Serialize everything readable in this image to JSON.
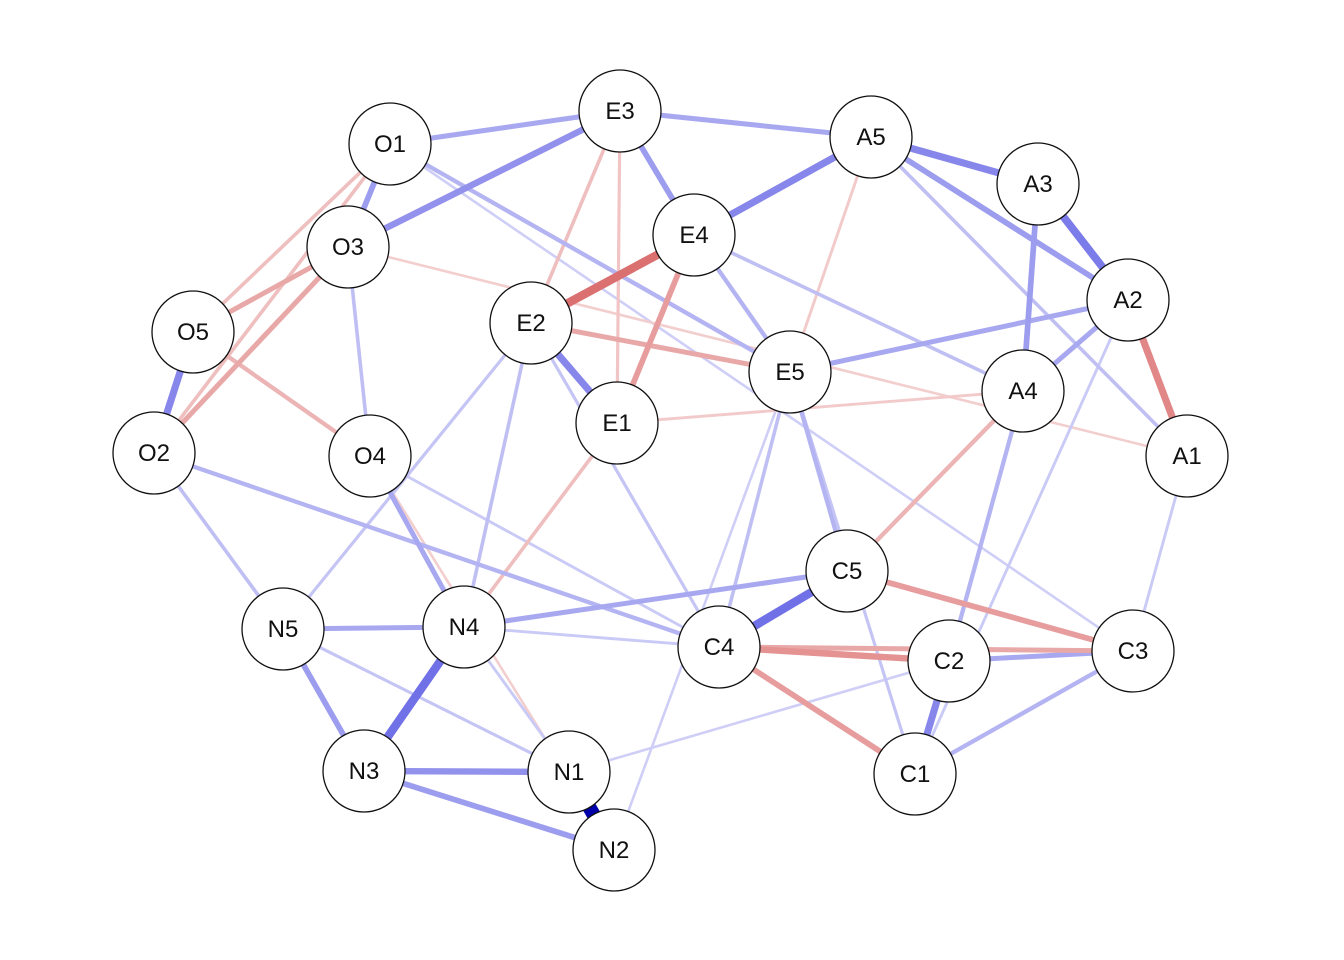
{
  "diagram": {
    "type": "network",
    "colors": {
      "positive": "#3333dd",
      "negative": "#cc3333",
      "node_fill": "#ffffff",
      "node_stroke": "#111111"
    },
    "nodes": [
      {
        "id": "O1",
        "label": "O1"
      },
      {
        "id": "O2",
        "label": "O2"
      },
      {
        "id": "O3",
        "label": "O3"
      },
      {
        "id": "O4",
        "label": "O4"
      },
      {
        "id": "O5",
        "label": "O5"
      },
      {
        "id": "E1",
        "label": "E1"
      },
      {
        "id": "E2",
        "label": "E2"
      },
      {
        "id": "E3",
        "label": "E3"
      },
      {
        "id": "E4",
        "label": "E4"
      },
      {
        "id": "E5",
        "label": "E5"
      },
      {
        "id": "A1",
        "label": "A1"
      },
      {
        "id": "A2",
        "label": "A2"
      },
      {
        "id": "A3",
        "label": "A3"
      },
      {
        "id": "A4",
        "label": "A4"
      },
      {
        "id": "A5",
        "label": "A5"
      },
      {
        "id": "C1",
        "label": "C1"
      },
      {
        "id": "C2",
        "label": "C2"
      },
      {
        "id": "C3",
        "label": "C3"
      },
      {
        "id": "C4",
        "label": "C4"
      },
      {
        "id": "C5",
        "label": "C5"
      },
      {
        "id": "N1",
        "label": "N1"
      },
      {
        "id": "N2",
        "label": "N2"
      },
      {
        "id": "N3",
        "label": "N3"
      },
      {
        "id": "N4",
        "label": "N4"
      },
      {
        "id": "N5",
        "label": "N5"
      }
    ],
    "edges": [
      {
        "source": "N1",
        "target": "N2",
        "weight": 0.9
      },
      {
        "source": "N3",
        "target": "N4",
        "weight": 0.5
      },
      {
        "source": "N1",
        "target": "N3",
        "weight": 0.35
      },
      {
        "source": "N2",
        "target": "N3",
        "weight": 0.3
      },
      {
        "source": "N3",
        "target": "N5",
        "weight": 0.3
      },
      {
        "source": "N4",
        "target": "N5",
        "weight": 0.25
      },
      {
        "source": "A1",
        "target": "A2",
        "weight": -0.4
      },
      {
        "source": "A2",
        "target": "A3",
        "weight": 0.45
      },
      {
        "source": "A3",
        "target": "A5",
        "weight": 0.4
      },
      {
        "source": "A3",
        "target": "A4",
        "weight": 0.3
      },
      {
        "source": "A2",
        "target": "A5",
        "weight": 0.3
      },
      {
        "source": "A2",
        "target": "A4",
        "weight": 0.25
      },
      {
        "source": "E2",
        "target": "E4",
        "weight": -0.5
      },
      {
        "source": "E1",
        "target": "E2",
        "weight": 0.4
      },
      {
        "source": "E3",
        "target": "E4",
        "weight": 0.3
      },
      {
        "source": "E1",
        "target": "E4",
        "weight": -0.3
      },
      {
        "source": "E2",
        "target": "E5",
        "weight": -0.25
      },
      {
        "source": "E4",
        "target": "E5",
        "weight": 0.2
      },
      {
        "source": "E4",
        "target": "A5",
        "weight": 0.4
      },
      {
        "source": "E3",
        "target": "A5",
        "weight": 0.25
      },
      {
        "source": "E3",
        "target": "O3",
        "weight": 0.35
      },
      {
        "source": "E3",
        "target": "O1",
        "weight": 0.25
      },
      {
        "source": "E5",
        "target": "A2",
        "weight": 0.25
      },
      {
        "source": "C4",
        "target": "C5",
        "weight": 0.5
      },
      {
        "source": "C1",
        "target": "C2",
        "weight": 0.4
      },
      {
        "source": "C2",
        "target": "C4",
        "weight": -0.35
      },
      {
        "source": "C1",
        "target": "C4",
        "weight": -0.3
      },
      {
        "source": "C3",
        "target": "C5",
        "weight": -0.3
      },
      {
        "source": "C2",
        "target": "C3",
        "weight": 0.25
      },
      {
        "source": "C1",
        "target": "C3",
        "weight": 0.2
      },
      {
        "source": "C4",
        "target": "C3",
        "weight": -0.25
      },
      {
        "source": "C5",
        "target": "N4",
        "weight": 0.25
      },
      {
        "source": "A4",
        "target": "C5",
        "weight": -0.2
      },
      {
        "source": "A4",
        "target": "C2",
        "weight": 0.2
      },
      {
        "source": "O2",
        "target": "O5",
        "weight": 0.4
      },
      {
        "source": "O1",
        "target": "O3",
        "weight": 0.3
      },
      {
        "source": "O3",
        "target": "O5",
        "weight": -0.25
      },
      {
        "source": "O2",
        "target": "O3",
        "weight": -0.25
      },
      {
        "source": "O5",
        "target": "O4",
        "weight": -0.2
      },
      {
        "source": "O1",
        "target": "O2",
        "weight": -0.15
      },
      {
        "source": "O1",
        "target": "O5",
        "weight": -0.15
      },
      {
        "source": "O3",
        "target": "O4",
        "weight": 0.15
      },
      {
        "source": "O1",
        "target": "E5",
        "weight": 0.2
      },
      {
        "source": "O4",
        "target": "N4",
        "weight": 0.25
      },
      {
        "source": "O2",
        "target": "C4",
        "weight": 0.2
      },
      {
        "source": "O2",
        "target": "N5",
        "weight": 0.15
      },
      {
        "source": "E2",
        "target": "N4",
        "weight": 0.15
      },
      {
        "source": "E2",
        "target": "N5",
        "weight": 0.12
      },
      {
        "source": "E3",
        "target": "E2",
        "weight": -0.15
      },
      {
        "source": "E3",
        "target": "E1",
        "weight": -0.12
      },
      {
        "source": "E5",
        "target": "C5",
        "weight": 0.2
      },
      {
        "source": "E5",
        "target": "C4",
        "weight": 0.15
      },
      {
        "source": "E5",
        "target": "C1",
        "weight": 0.12
      },
      {
        "source": "E1",
        "target": "N4",
        "weight": -0.15
      },
      {
        "source": "A5",
        "target": "E5",
        "weight": -0.1
      },
      {
        "source": "A1",
        "target": "C3",
        "weight": 0.1
      },
      {
        "source": "A2",
        "target": "C1",
        "weight": 0.1
      },
      {
        "source": "O1",
        "target": "C3",
        "weight": 0.08
      },
      {
        "source": "E2",
        "target": "C4",
        "weight": 0.12
      },
      {
        "source": "A4",
        "target": "E1",
        "weight": -0.1
      },
      {
        "source": "A5",
        "target": "A1",
        "weight": 0.15
      },
      {
        "source": "E4",
        "target": "A4",
        "weight": 0.15
      },
      {
        "source": "O4",
        "target": "C4",
        "weight": 0.1
      },
      {
        "source": "N5",
        "target": "N1",
        "weight": 0.12
      },
      {
        "source": "N4",
        "target": "N1",
        "weight": 0.1
      },
      {
        "source": "N4",
        "target": "C4",
        "weight": 0.1
      },
      {
        "source": "N2",
        "target": "E5",
        "weight": 0.08
      },
      {
        "source": "N1",
        "target": "C2",
        "weight": 0.08
      },
      {
        "source": "O3",
        "target": "A1",
        "weight": -0.08
      },
      {
        "source": "O4",
        "target": "N2",
        "weight": -0.08
      }
    ]
  }
}
